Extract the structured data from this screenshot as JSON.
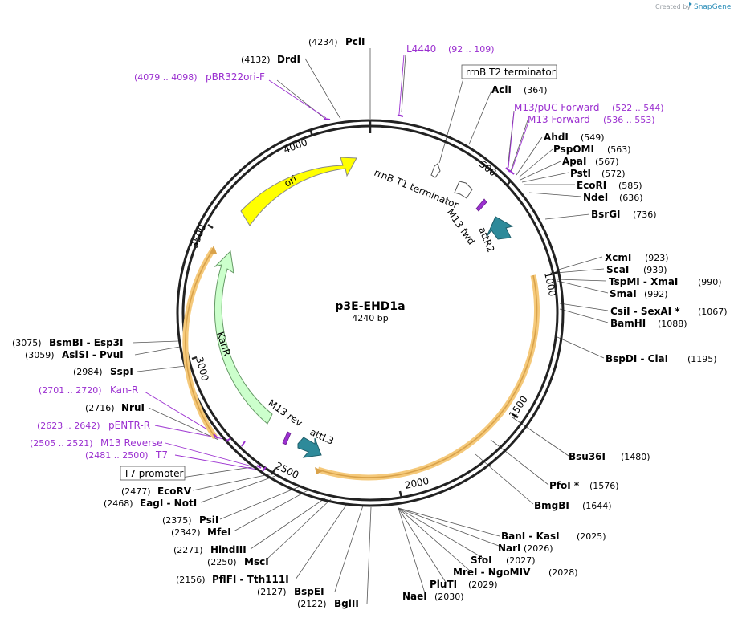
{
  "watermark": {
    "prefix": "Created by",
    "brand": "SnapGene"
  },
  "plasmid": {
    "name": "p3E-EHD1a",
    "size": "4240 bp"
  },
  "ticks": [
    "500",
    "1000",
    "1500",
    "2000",
    "2500",
    "3000",
    "3500",
    "4000"
  ],
  "features": {
    "ori": "ori",
    "kanr": "KanR",
    "attr2": "attR2",
    "attl3": "attL3",
    "m13fwd": "M13 fwd",
    "m13rev": "M13 rev",
    "rrnb_t1": "rrnB T1 terminator",
    "rrnb_t2": "rrnB T2 terminator",
    "t7_promoter": "T7 promoter"
  },
  "enzymes": {
    "pcii": {
      "name": "PciI",
      "pos": "(4234)"
    },
    "drdi": {
      "name": "DrdI",
      "pos": "(4132)"
    },
    "acli": {
      "name": "AclI",
      "pos": "(364)"
    },
    "ahdi": {
      "name": "AhdI",
      "pos": "(549)"
    },
    "pspomi": {
      "name": "PspOMI",
      "pos": "(563)"
    },
    "apai": {
      "name": "ApaI",
      "pos": "(567)"
    },
    "psti": {
      "name": "PstI",
      "pos": "(572)"
    },
    "ecori": {
      "name": "EcoRI",
      "pos": "(585)"
    },
    "ndei": {
      "name": "NdeI",
      "pos": "(636)"
    },
    "bsrgi": {
      "name": "BsrGI",
      "pos": "(736)"
    },
    "xcmi": {
      "name": "XcmI",
      "pos": "(923)"
    },
    "scai": {
      "name": "ScaI",
      "pos": "(939)"
    },
    "tspmi": {
      "name": "TspMI  -  XmaI",
      "pos": "(990)"
    },
    "smai": {
      "name": "SmaI",
      "pos": "(992)"
    },
    "csii": {
      "name": "CsiI  -  SexAI *",
      "pos": "(1067)"
    },
    "bamhi": {
      "name": "BamHI",
      "pos": "(1088)"
    },
    "bspdi": {
      "name": "BspDI  -  ClaI",
      "pos": "(1195)"
    },
    "bsu36i": {
      "name": "Bsu36I",
      "pos": "(1480)"
    },
    "pfoi": {
      "name": "PfoI *",
      "pos": "(1576)"
    },
    "bmgbi": {
      "name": "BmgBI",
      "pos": "(1644)"
    },
    "bani": {
      "name": "BanI  -  KasI",
      "pos": "(2025)"
    },
    "nari": {
      "name": "NarI",
      "pos": "(2026)"
    },
    "sfoi": {
      "name": "SfoI",
      "pos": "(2027)"
    },
    "mrei": {
      "name": "MreI  -  NgoMIV",
      "pos": "(2028)"
    },
    "pluti": {
      "name": "PluTI",
      "pos": "(2029)"
    },
    "naei": {
      "name": "NaeI",
      "pos": "(2030)"
    },
    "bglii": {
      "name": "BglII",
      "pos": "(2122)"
    },
    "bspei": {
      "name": "BspEI",
      "pos": "(2127)"
    },
    "pflfi": {
      "name": "PflFI  -  Tth111I",
      "pos": "(2156)"
    },
    "msci": {
      "name": "MscI",
      "pos": "(2250)"
    },
    "hindiii": {
      "name": "HindIII",
      "pos": "(2271)"
    },
    "mfei": {
      "name": "MfeI",
      "pos": "(2342)"
    },
    "psii": {
      "name": "PsiI",
      "pos": "(2375)"
    },
    "eagi": {
      "name": "EagI  -  NotI",
      "pos": "(2468)"
    },
    "ecorv": {
      "name": "EcoRV",
      "pos": "(2477)"
    },
    "sspi": {
      "name": "SspI",
      "pos": "(2984)"
    },
    "asisi": {
      "name": "AsiSI  -  PvuI",
      "pos": "(3059)"
    },
    "bsmbi": {
      "name": "BsmBI  -  Esp3I",
      "pos": "(3075)"
    },
    "nrui": {
      "name": "NruI",
      "pos": "(2716)"
    }
  },
  "primers": {
    "l4440": {
      "name": "L4440",
      "range": "(92 .. 109)"
    },
    "pbr322": {
      "name": "pBR322ori-F",
      "range": "(4079 .. 4098)"
    },
    "m13puc": {
      "name": "M13/pUC Forward",
      "range": "(522 .. 544)"
    },
    "m13forward": {
      "name": "M13 Forward",
      "range": "(536 .. 553)"
    },
    "kanr": {
      "name": "Kan-R",
      "range": "(2701 .. 2720)"
    },
    "pentr": {
      "name": "pENTR-R",
      "range": "(2623 .. 2642)"
    },
    "m13reverse": {
      "name": "M13 Reverse",
      "range": "(2505 .. 2521)"
    },
    "t7": {
      "name": "T7",
      "range": "(2481 .. 2500)"
    }
  },
  "colors": {
    "backbone": "#222222",
    "ori": "#ffff00",
    "kanr": "#ccffcc",
    "att": "#2e8a9a",
    "insert_halo": "#f5c97a",
    "primer": "#9b30d0",
    "label_purple": "#9b30d0"
  }
}
